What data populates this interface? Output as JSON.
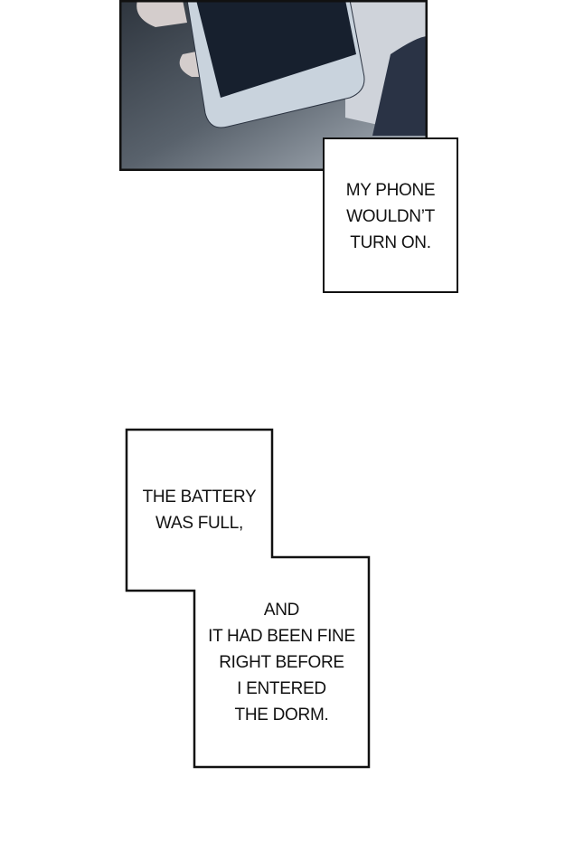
{
  "panel": {
    "description_icon": "hand-holding-phone"
  },
  "captions": [
    {
      "lines": [
        "MY PHONE",
        "WOULDN’T",
        "TURN ON."
      ]
    },
    {
      "lines": [
        "THE BATTERY",
        "WAS FULL,"
      ]
    },
    {
      "lines": [
        "AND",
        "IT HAD BEEN FINE",
        "RIGHT BEFORE",
        "I ENTERED",
        "THE DORM."
      ]
    }
  ],
  "colors": {
    "border": "#111111",
    "screen": "#17202e",
    "phone_body": "#c9d3dd",
    "background_dark": "#3c444e"
  }
}
